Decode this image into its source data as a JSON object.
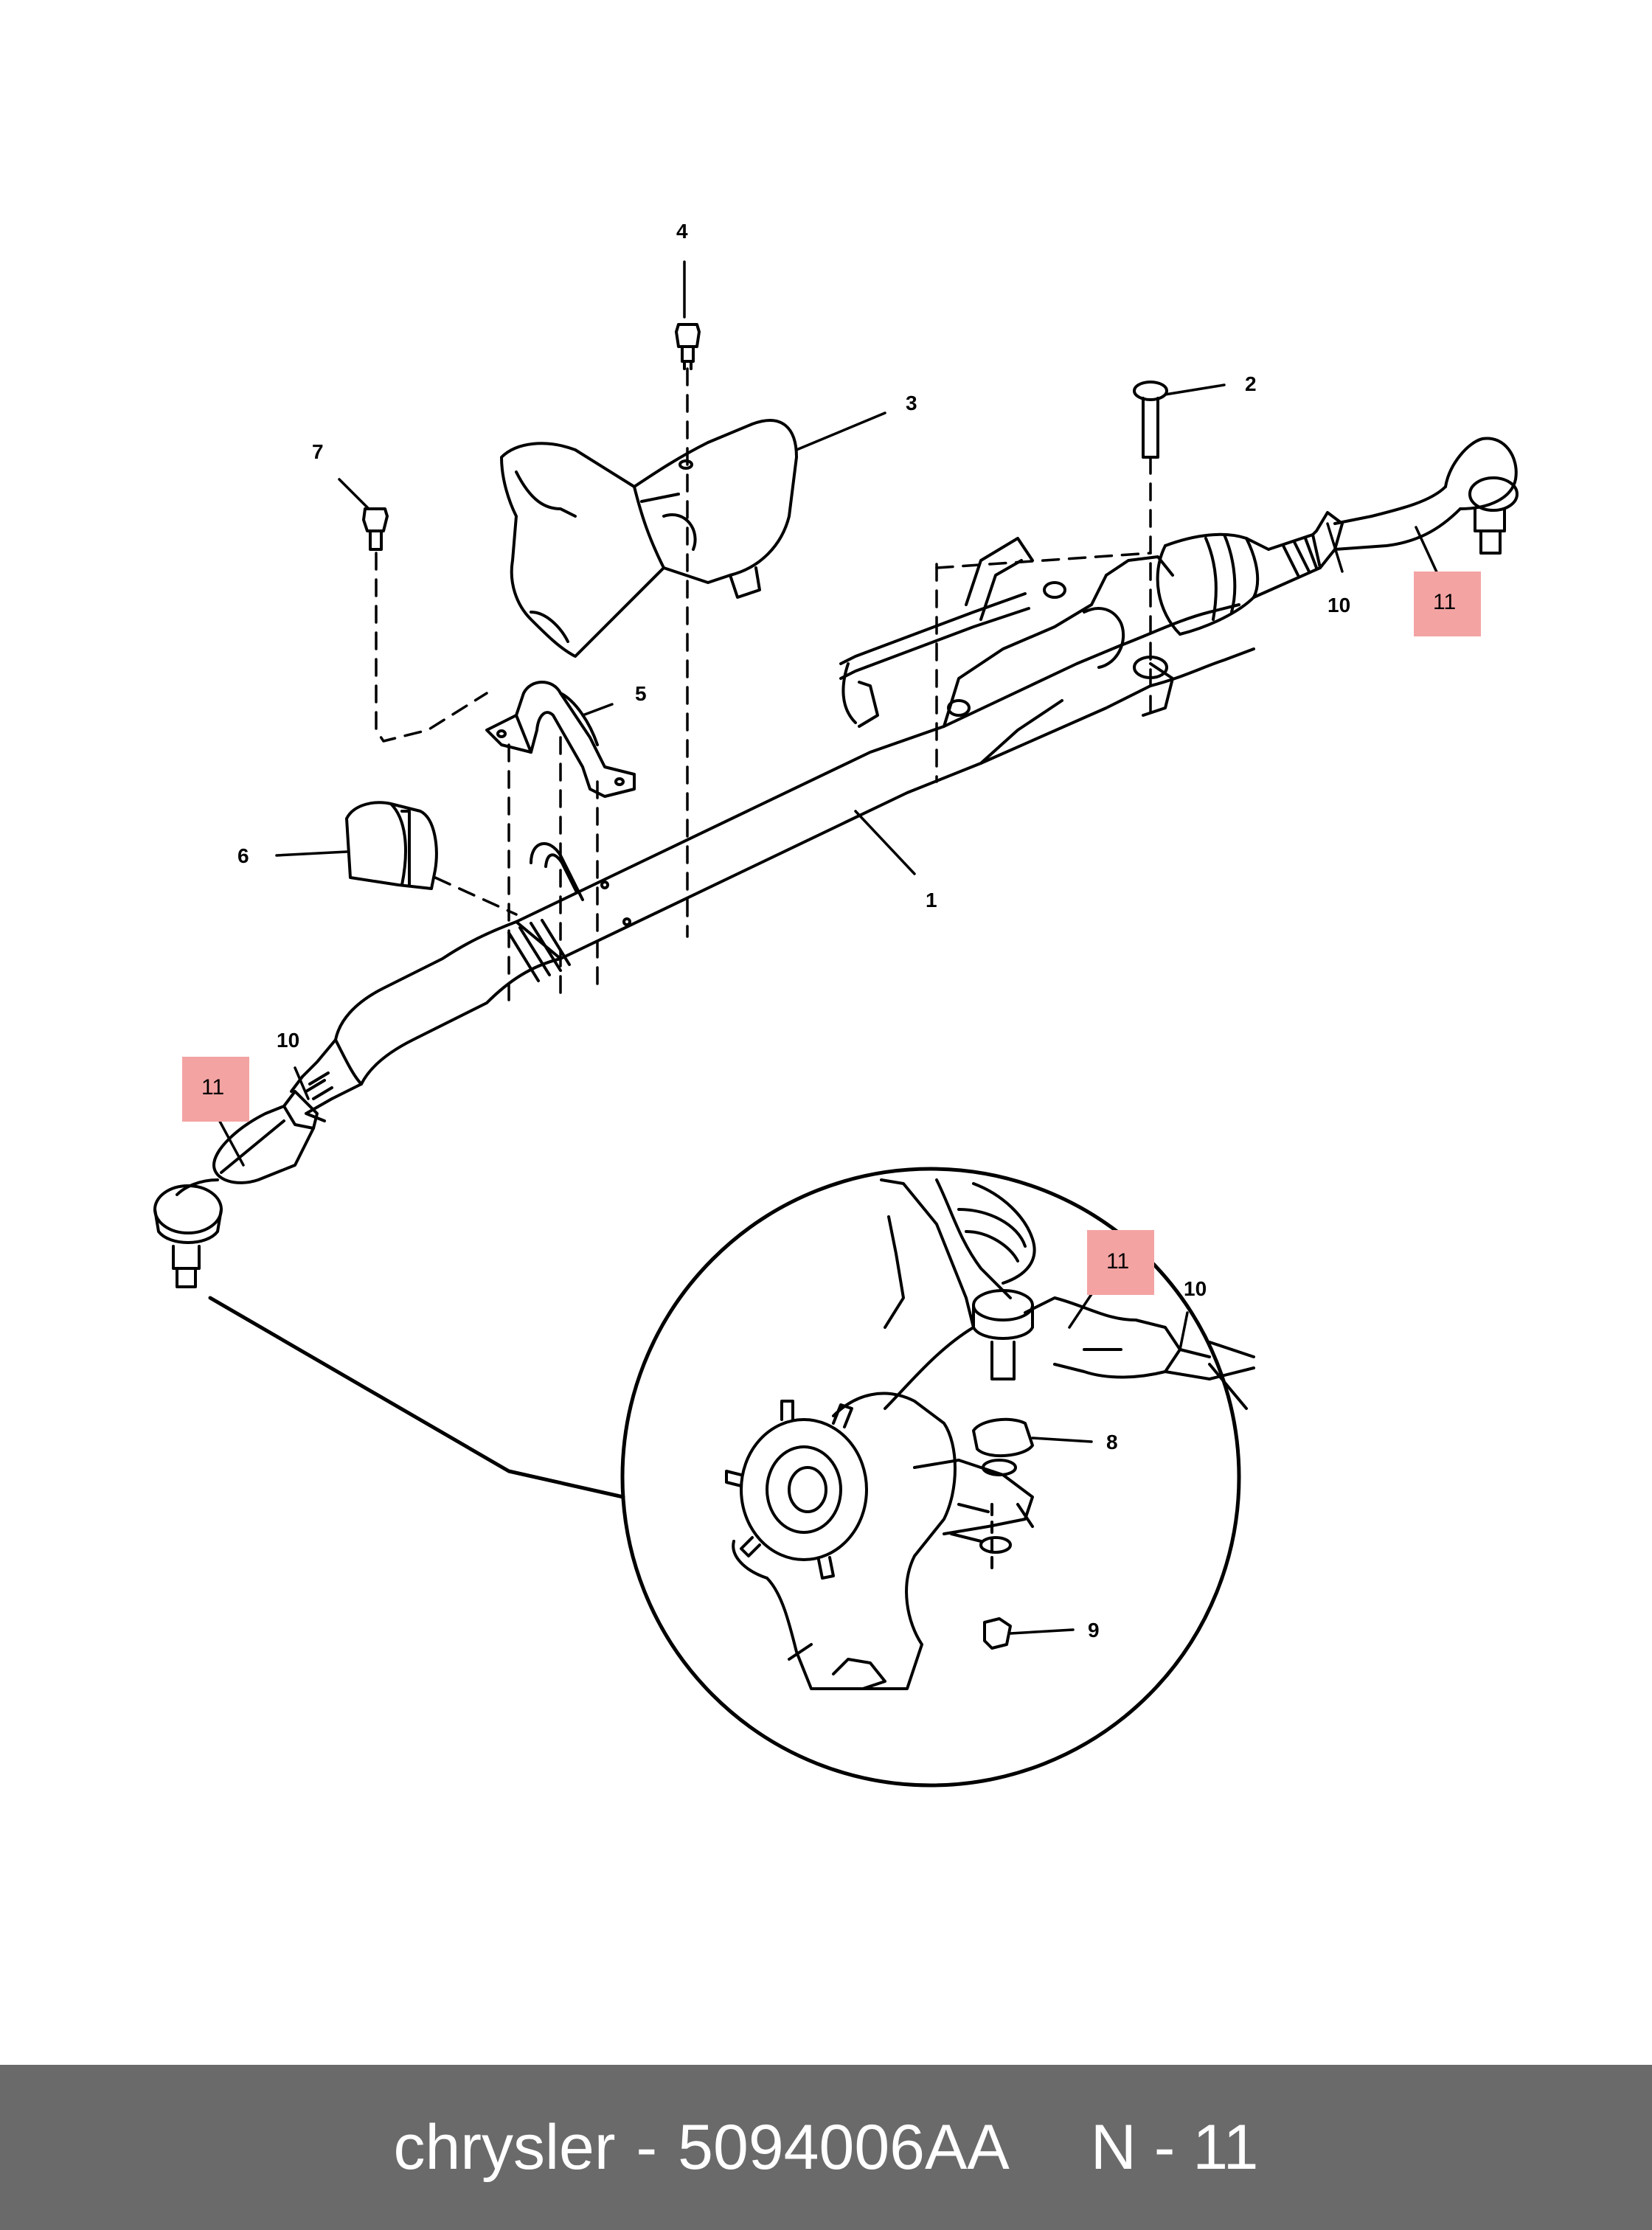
{
  "callouts": {
    "c1": "1",
    "c2": "2",
    "c3": "3",
    "c4": "4",
    "c5": "5",
    "c6": "6",
    "c7": "7",
    "c8": "8",
    "c9": "9",
    "c10_right": "10",
    "c10_left": "10",
    "c10_detail": "10",
    "c11_right": "11",
    "c11_left": "11",
    "c11_detail": "11"
  },
  "highlight_color": "#f4a3a3",
  "footer": {
    "brand": "chrysler",
    "separator": "-",
    "part_number": "5094006AA",
    "ref": "N - 11"
  }
}
